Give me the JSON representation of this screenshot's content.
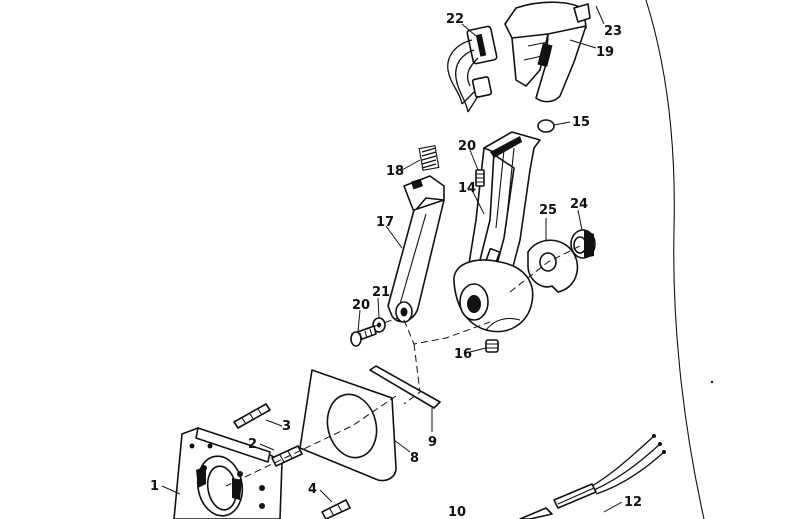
{
  "diagram": {
    "labels": {
      "p1": "1",
      "p2": "2",
      "p3": "3",
      "p4": "4",
      "p8": "8",
      "p9": "9",
      "p10": "10",
      "p12": "12",
      "p14": "14",
      "p15": "15",
      "p16": "16",
      "p17": "17",
      "p18": "18",
      "p19": "19",
      "p20a": "20",
      "p20b": "20",
      "p21": "21",
      "p22": "22",
      "p23": "23",
      "p24": "24",
      "p25": "25"
    }
  }
}
